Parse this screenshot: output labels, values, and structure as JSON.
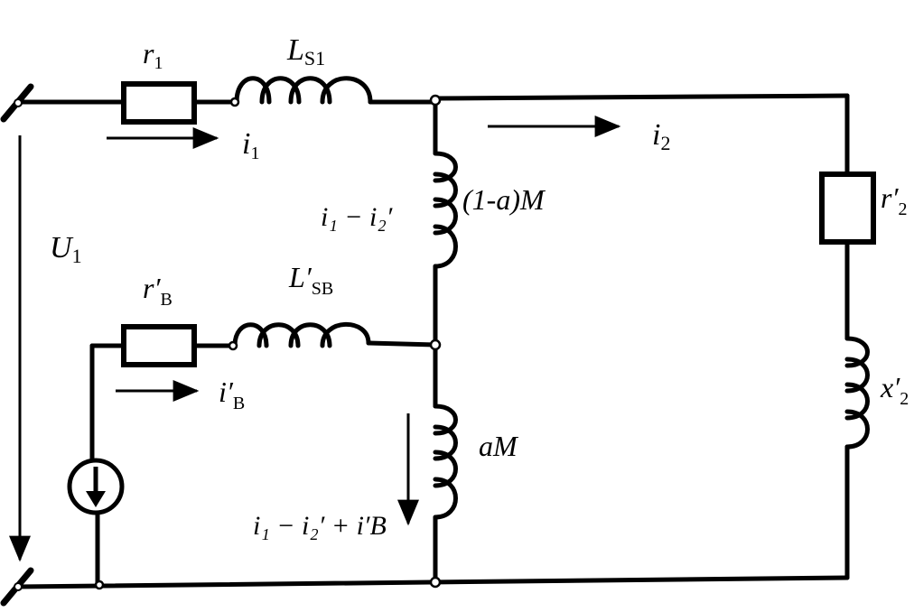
{
  "colors": {
    "ink": "#000000",
    "background": "#ffffff"
  },
  "labels": {
    "r1": {
      "main": "r",
      "sub": "1"
    },
    "Ls1": {
      "main": "L",
      "sub": "S1"
    },
    "i1": {
      "main": "i",
      "sub": "1"
    },
    "i2": {
      "main": "i",
      "sub": "2"
    },
    "U1": {
      "main": "U",
      "sub": "1"
    },
    "branch_current_1": "i₁ − i₂′",
    "mutual_upper": "(1-a)M",
    "rB": {
      "main": "r′",
      "sub": "B"
    },
    "LsB": {
      "main": "L′",
      "sub": "SB"
    },
    "iB": {
      "main": "i′",
      "sub": "B"
    },
    "mutual_lower": "aM",
    "branch_current_2": "i₁ − i₂′ + i′B",
    "r2": {
      "main": "r′",
      "sub": "2"
    },
    "x2": {
      "main": "x′",
      "sub": "2"
    }
  }
}
